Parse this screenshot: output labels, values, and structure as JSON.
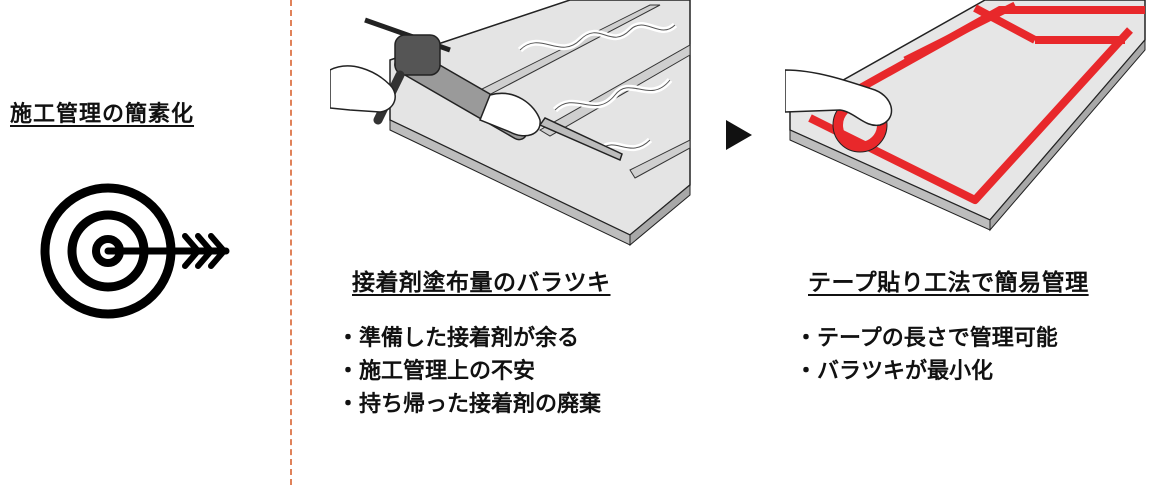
{
  "left": {
    "title": "施工管理の簡素化",
    "icon": "target-arrow-icon"
  },
  "before": {
    "heading": "接着剤塗布量のバラツキ",
    "bullets": [
      "準備した接着剤が余る",
      "施工管理上の不安",
      "持ち帰った接着剤の廃棄"
    ],
    "illustration": "adhesive-caulking-gun-illustration"
  },
  "after": {
    "heading": "テープ貼り工法で簡易管理",
    "bullets": [
      "テープの長さで管理可能",
      "バラツキが最小化"
    ],
    "illustration": "tape-application-illustration"
  },
  "arrow_icon": "right-triangle-icon",
  "colors": {
    "divider": "#e0825a",
    "tape": "#e8282b",
    "panel": "#d9d9d9"
  }
}
